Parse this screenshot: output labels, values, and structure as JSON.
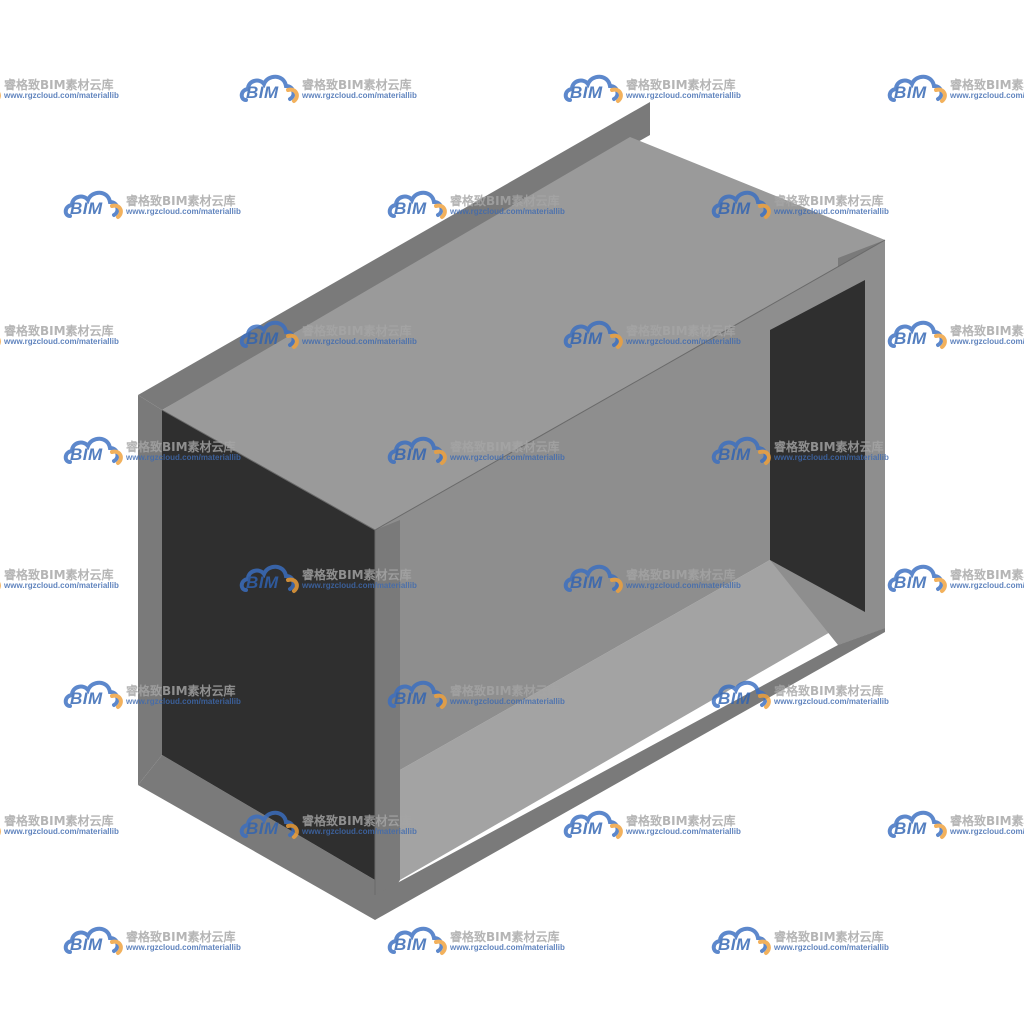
{
  "watermark": {
    "logo_text": "BIM",
    "title": "睿格致BIM素材云库",
    "url": "www.rgzcloud.com/materiallib",
    "colors": {
      "logo_blue": "#3a6fc2",
      "logo_orange": "#f0a13a",
      "title_gray": "#a5a5a5",
      "url_blue": "#3e6ab0"
    }
  },
  "model": {
    "subject": "rectangular duct section with flanges",
    "colors": {
      "top_face": "#9a9a9a",
      "front_face": "#8e8e8e",
      "flange": "#7a7a7a",
      "flange_edge": "#6a6a6a",
      "interior_dark": "#2f2f2f",
      "interior_floor": "#a3a3a3",
      "background": "#ffffff"
    }
  }
}
